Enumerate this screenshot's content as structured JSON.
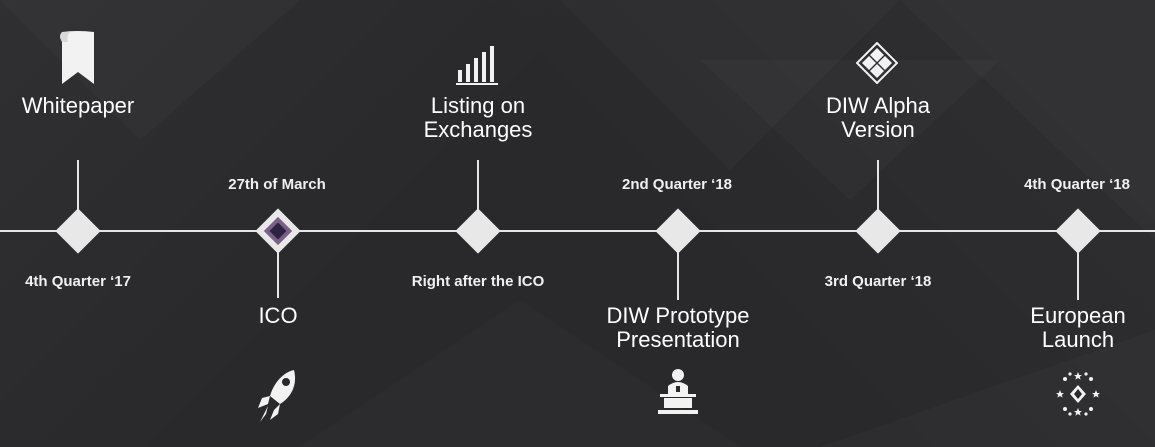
{
  "milestones": [
    {
      "title": "Whitepaper",
      "date": "4th Quarter ‘17",
      "icon": "bookmark-icon"
    },
    {
      "title": "ICO",
      "date": "27th of March",
      "icon": "rocket-icon"
    },
    {
      "title_line1": "Listing on",
      "title_line2": "Exchanges",
      "date": "Right after the ICO",
      "icon": "bar-chart-icon"
    },
    {
      "title_line1": "DIW Prototype",
      "title_line2": "Presentation",
      "date": "2nd Quarter ‘18",
      "icon": "podium-icon"
    },
    {
      "title_line1": "DIW Alpha",
      "title_line2": "Version",
      "date": "3rd Quarter ‘18",
      "icon": "diamond-grid-icon"
    },
    {
      "title_line1": "European",
      "title_line2": "Launch",
      "date": "4th Quarter ‘18",
      "icon": "eu-stars-icon"
    }
  ],
  "colors": {
    "background": "#29292b",
    "line": "#e6e6e6",
    "node": "#e8e8e8",
    "ico_accent": "#7a5f86"
  }
}
